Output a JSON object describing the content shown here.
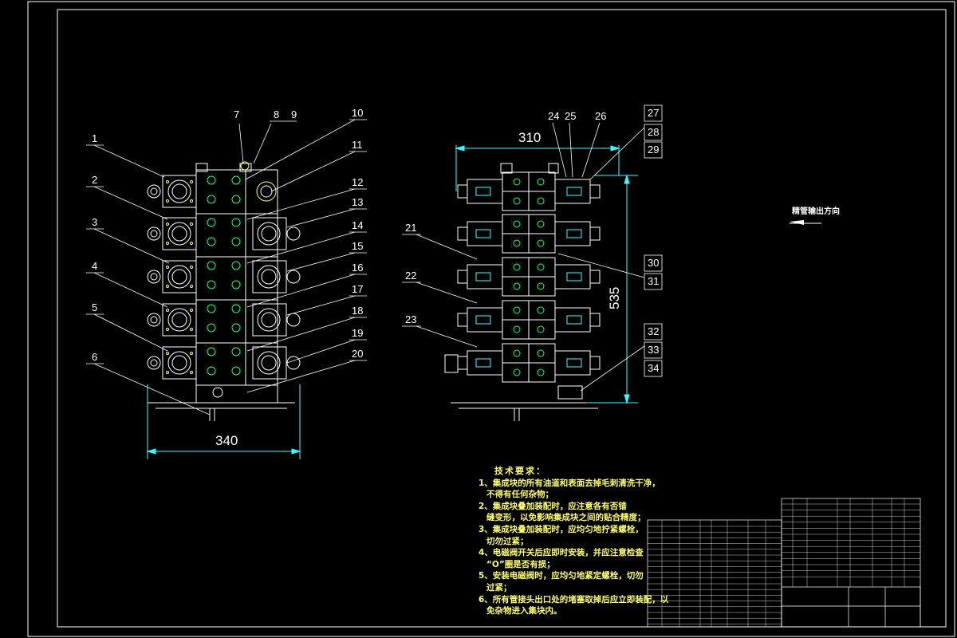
{
  "drawing": {
    "title": "",
    "dimensions": {
      "left_width": "340",
      "right_width": "310",
      "right_height": "535"
    },
    "left_callouts": [
      "1",
      "2",
      "3",
      "4",
      "5",
      "6"
    ],
    "top_left_callouts": [
      "7",
      "8",
      "9"
    ],
    "right_of_left_callouts": [
      "10",
      "11",
      "12",
      "13",
      "14",
      "15",
      "16",
      "17",
      "18",
      "19",
      "20"
    ],
    "right_view_top_callouts": [
      "24",
      "25",
      "26"
    ],
    "right_view_left_callouts": [
      "21",
      "22",
      "23"
    ],
    "right_view_box_callouts": [
      "27",
      "28",
      "29",
      "30",
      "31",
      "32",
      "33",
      "34"
    ],
    "flow_direction_label": "精管输出方向"
  },
  "technical_requirements": {
    "title": "技术要求：",
    "items": [
      "1、集成块的所有油道和表面去掉毛刺清洗干净，",
      "不得有任何杂物；",
      "2、集成块叠加装配时，应注意各有否错",
      "缝变形，以免影响集成块之间的贴合精度；",
      "3、集成块叠加装配时，应均匀地拧紧螺栓，",
      "切勿过紧；",
      "4、电磁阀开关后应即时安装，并应注意检查",
      "“O”圈是否有损；",
      "5、安装电磁阀时，应均匀地紧定螺栓，切勿",
      "过紧；",
      "6、所有管接头出口处的堵塞取掉后应立即装配，以",
      "免杂物进入集块内。"
    ]
  },
  "colors": {
    "background": "#000000",
    "border": "#ffffff",
    "outline": "#00ff88",
    "block": "#33ffff",
    "leader": "#ffffff",
    "text": "#ffff66",
    "dimension": "#33ffff"
  }
}
